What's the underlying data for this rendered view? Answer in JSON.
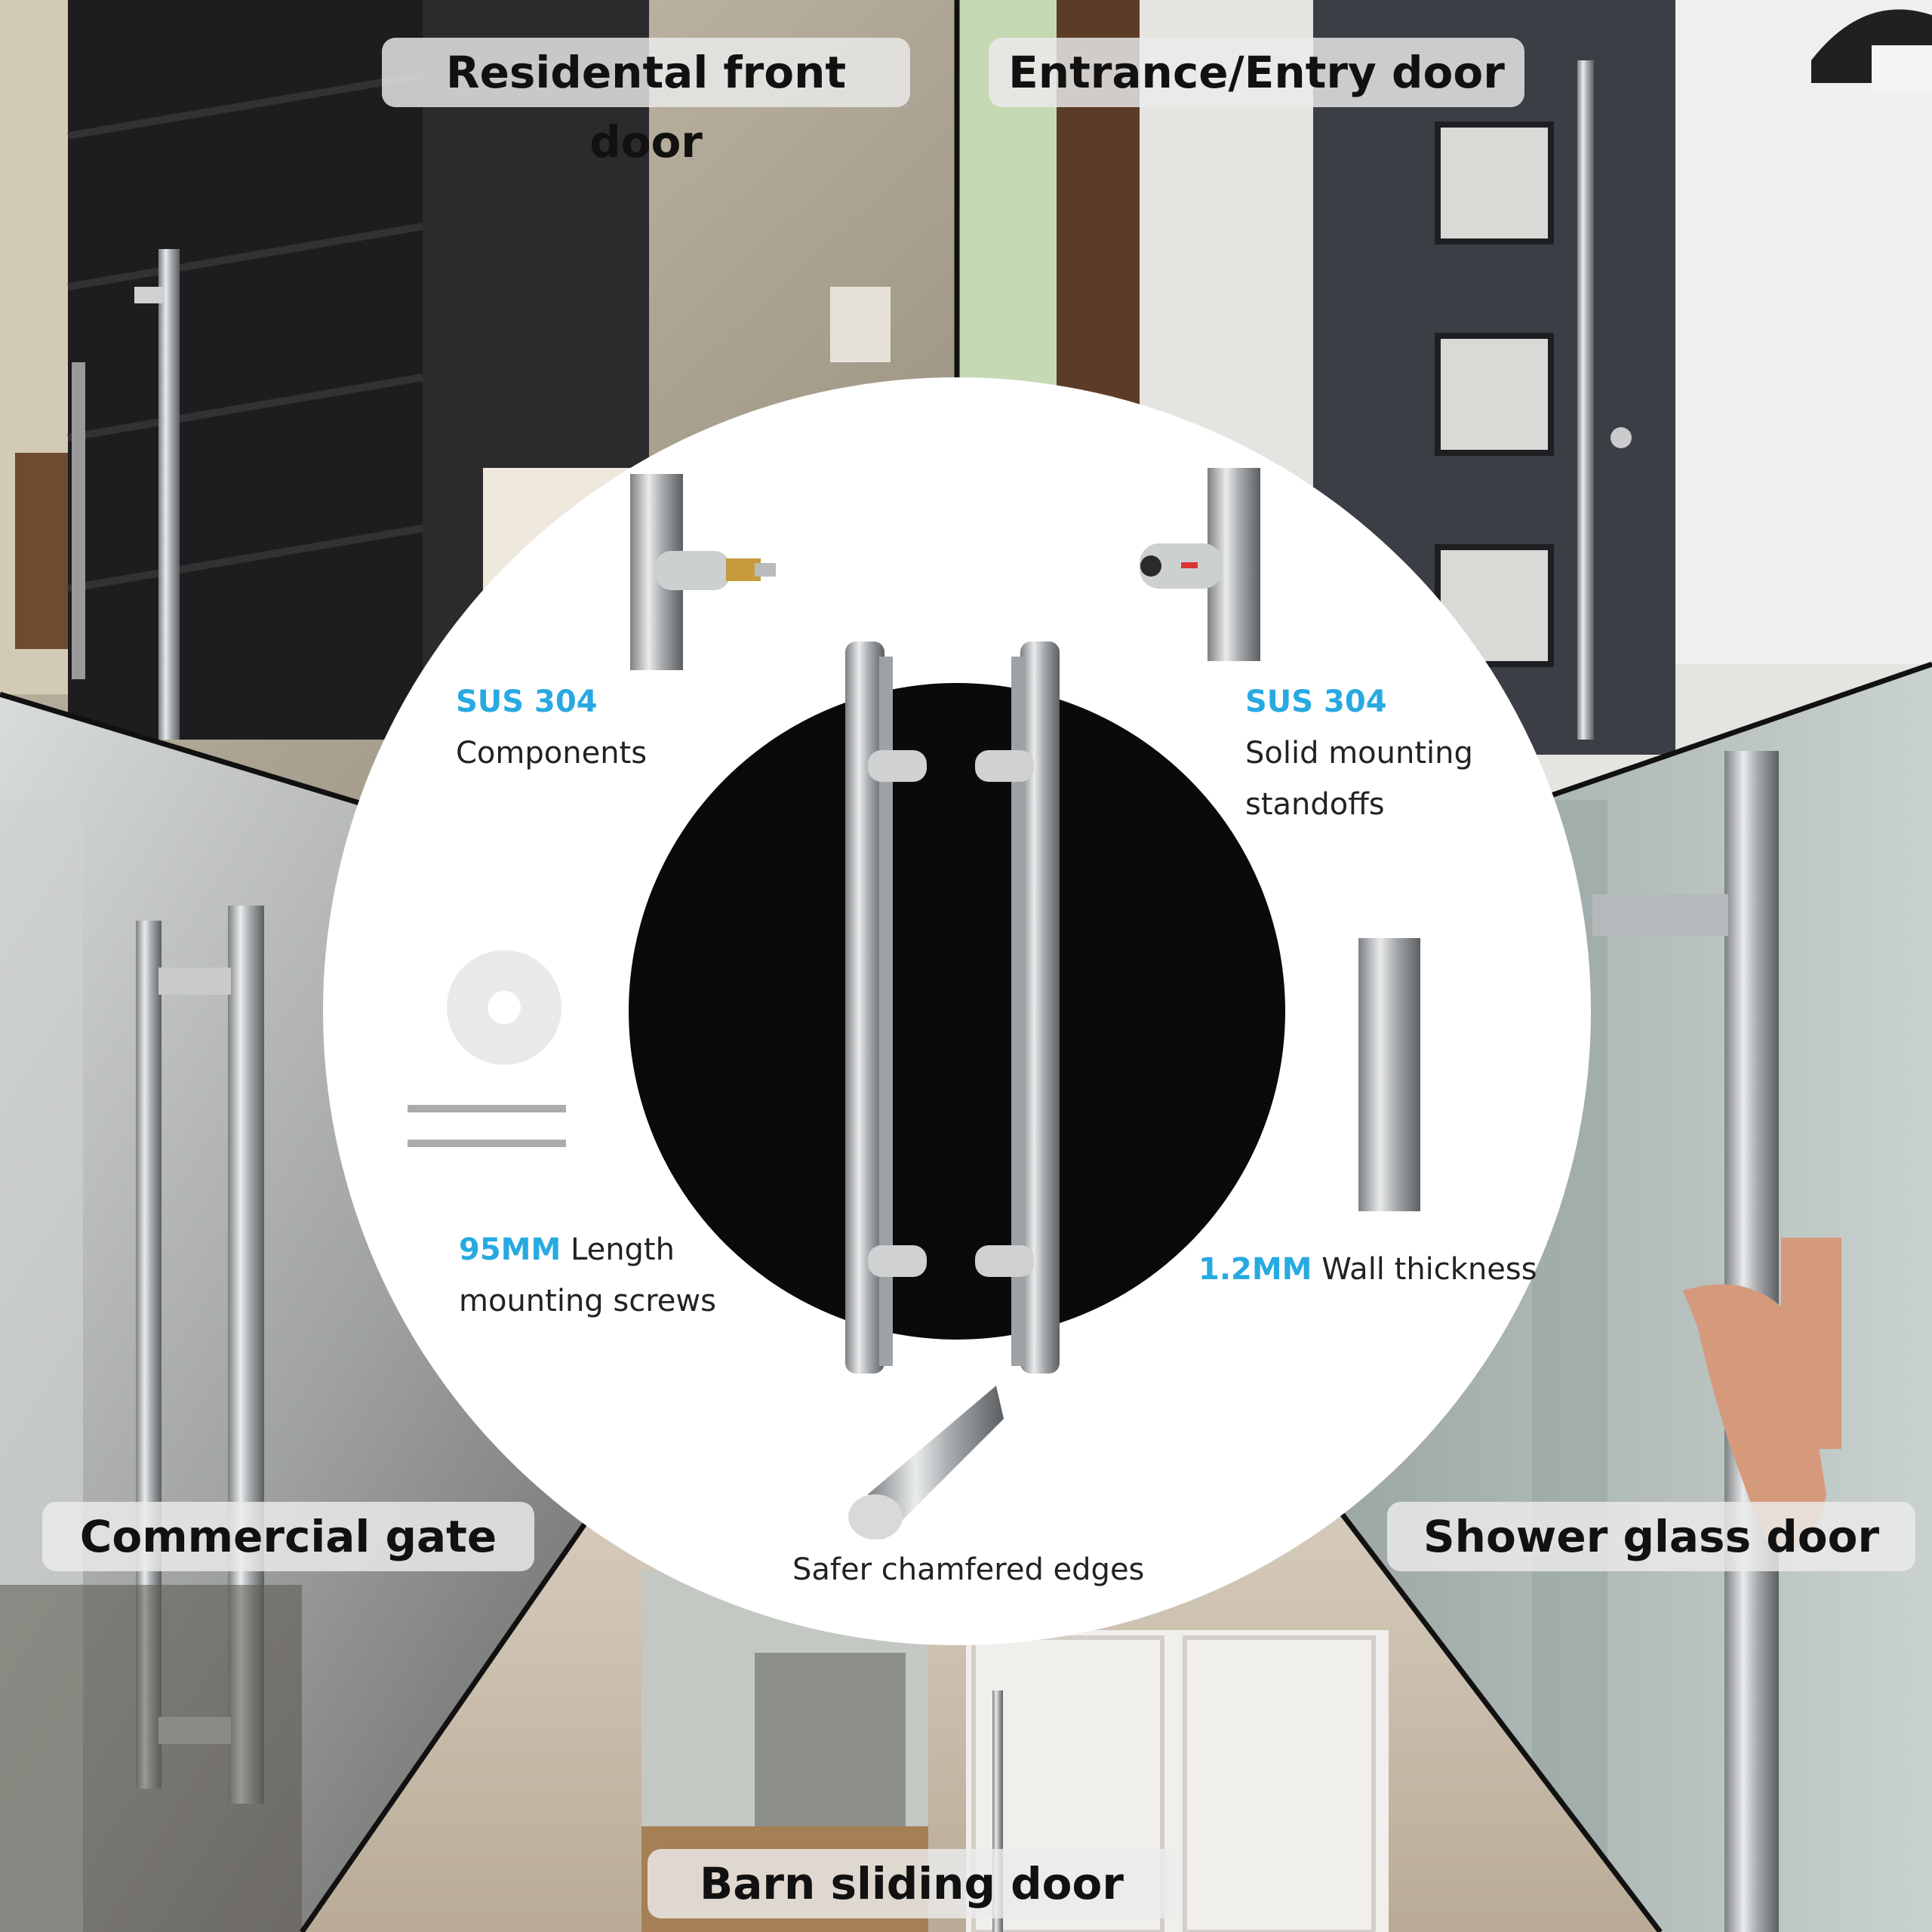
{
  "labels": {
    "residential": "Residental front door",
    "entrance": "Entrance/Entry door",
    "commercial": "Commercial gate",
    "shower": "Shower glass door",
    "barn": "Barn sliding door"
  },
  "specs": {
    "components": {
      "highlight": "SUS 304",
      "text": "Components"
    },
    "standoffs": {
      "highlight": "SUS 304",
      "line1": "Solid mounting",
      "line2": "standoffs"
    },
    "screws": {
      "highlight": "95MM",
      "line1": "Length",
      "line2": "mounting screws"
    },
    "wall": {
      "highlight": "1.2MM",
      "text": "Wall thickness"
    },
    "edges": {
      "text": "Safer chamfered edges"
    }
  },
  "colors": {
    "accent": "#27a9e1",
    "steel": "#b9bcbe",
    "disc": "#0a0a0a"
  },
  "icons": [
    "door-handle-pair",
    "standoff-detail",
    "screws-washer",
    "tube-section",
    "chamfered-end"
  ]
}
